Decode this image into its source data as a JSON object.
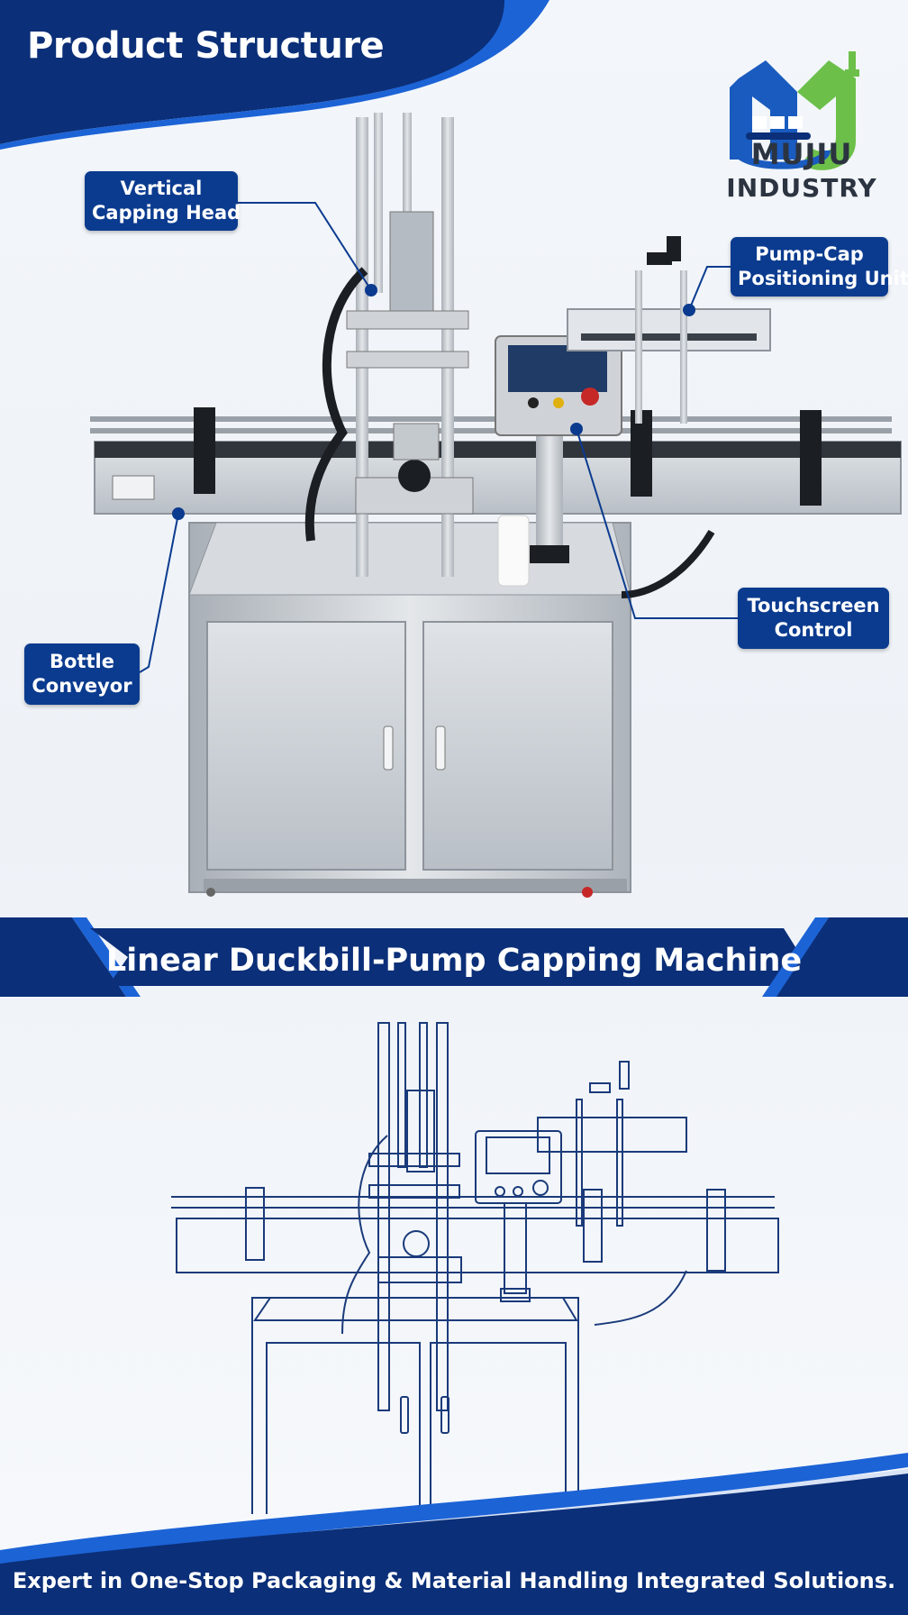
{
  "header": {
    "title": "Product Structure"
  },
  "logo": {
    "line1": "MUJIU",
    "line2": "INDUSTRY",
    "icon": "mj-gear-conveyor-logo"
  },
  "callouts": {
    "capping_head": {
      "line1": "Vertical",
      "line2": "Capping Head"
    },
    "pump_cap": {
      "line1": "Pump-Cap",
      "line2": "Positioning Unit"
    },
    "touchscreen": {
      "line1": "Touchscreen",
      "line2": "Control"
    },
    "conveyor": {
      "line1": "Bottle",
      "line2": "Conveyor"
    }
  },
  "banner": {
    "title": "Linear Duckbill-Pump Capping Machine"
  },
  "footer": {
    "tagline": "Expert in One-Stop Packaging & Material Handling Integrated Solutions."
  },
  "colors": {
    "brand_navy": "#0b3b8f",
    "brand_blue": "#1556c4",
    "brand_green": "#6cc04a",
    "steel": "#c9ced4"
  }
}
